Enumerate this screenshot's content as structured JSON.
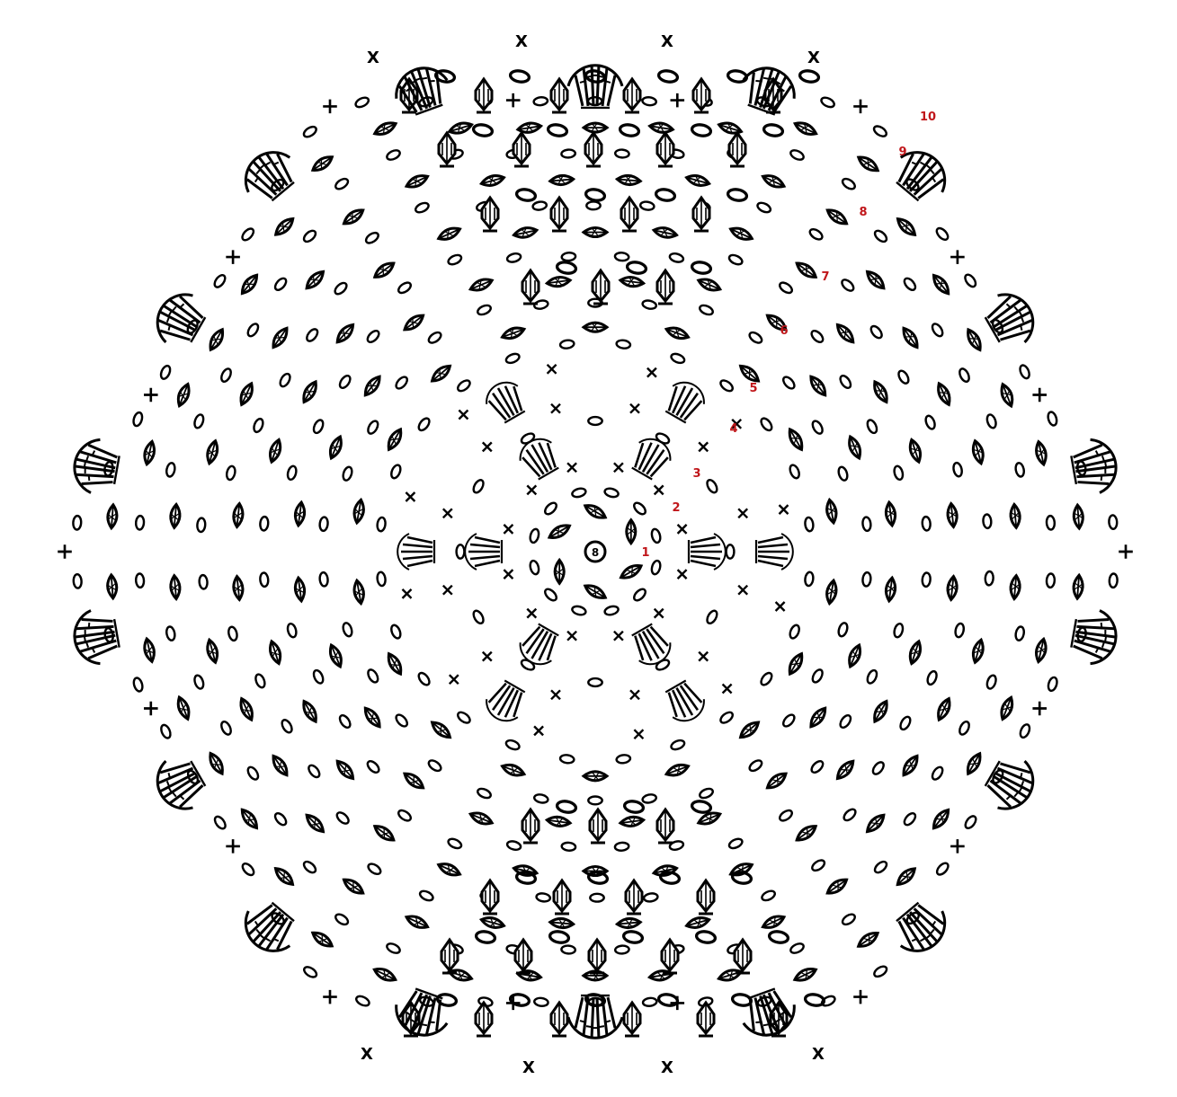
{
  "diagram": {
    "type": "crochet-doily-chart",
    "symmetry": 6,
    "ink_color": "#000000",
    "label_color": "#c0161a",
    "background": "#ffffff",
    "rounds": [
      {
        "number": "1"
      },
      {
        "number": "2"
      },
      {
        "number": "3"
      },
      {
        "number": "4"
      },
      {
        "number": "5"
      },
      {
        "number": "6"
      },
      {
        "number": "7"
      },
      {
        "number": "8"
      },
      {
        "number": "9"
      },
      {
        "number": "10"
      }
    ],
    "symbols": {
      "single_crochet": "X",
      "slip_stitch": "0",
      "center_ring": "8"
    }
  }
}
